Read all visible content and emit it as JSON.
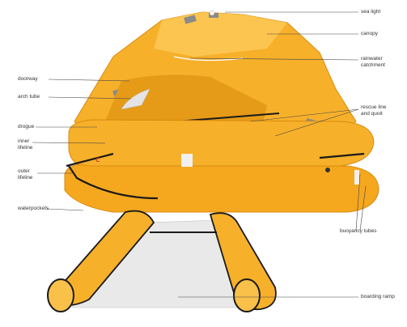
{
  "colors": {
    "raft": "#f7b02a",
    "raft_light": "#fcc54f",
    "raft_dark": "#d98a10",
    "outline": "#1a1a1a",
    "ramp": "#e9e9e9",
    "label": "#333333",
    "leader": "#444444"
  },
  "labels": {
    "sea_light": "sea light",
    "canopy": "canopy",
    "rainwater_catchment": "rainwater\ncatchment",
    "doorway": "doorway",
    "arch_tube": "arch tube",
    "drogue": "drogue",
    "inner_lifeline": "inner\nlifeline",
    "outer_lifeline": "outer\nlifeline",
    "waterpockets": "waterpockets",
    "rescue_line": "rescue line\nand quoit",
    "buoyancy_tubes": "buoyancy tubes",
    "boarding_ramp": "boarding ramp"
  }
}
